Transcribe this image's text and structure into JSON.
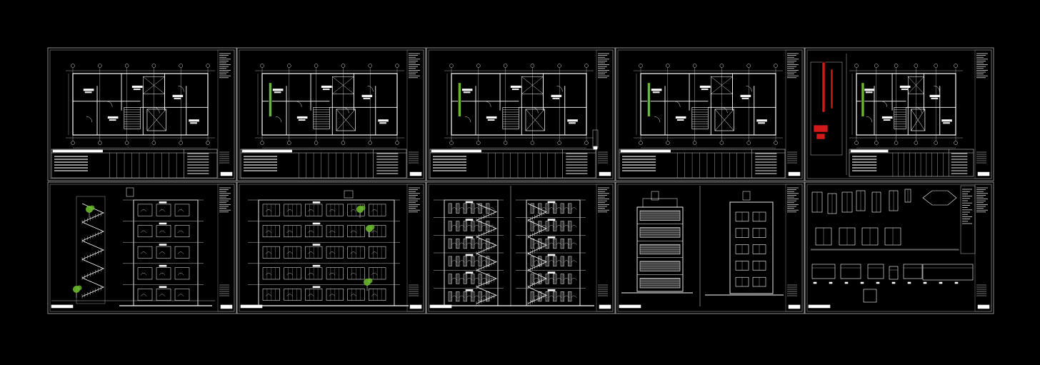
{
  "viewer": {
    "background": "#000000",
    "line_color": "#ffffff",
    "frame_color": "#8a8a8a",
    "accent_green": "#6ab82e",
    "accent_red": "#d11a1a"
  },
  "sheets": [
    {
      "row": 1,
      "col": 1,
      "kind": "floor-plan"
    },
    {
      "row": 1,
      "col": 2,
      "kind": "floor-plan"
    },
    {
      "row": 1,
      "col": 3,
      "kind": "floor-plan"
    },
    {
      "row": 1,
      "col": 4,
      "kind": "floor-plan"
    },
    {
      "row": 1,
      "col": 5,
      "kind": "floor-plan-with-details"
    },
    {
      "row": 2,
      "col": 1,
      "kind": "section-stair"
    },
    {
      "row": 2,
      "col": 2,
      "kind": "section-longitudinal"
    },
    {
      "row": 2,
      "col": 3,
      "kind": "section-pair"
    },
    {
      "row": 2,
      "col": 4,
      "kind": "elevations"
    },
    {
      "row": 2,
      "col": 5,
      "kind": "details-windows-doors"
    }
  ]
}
